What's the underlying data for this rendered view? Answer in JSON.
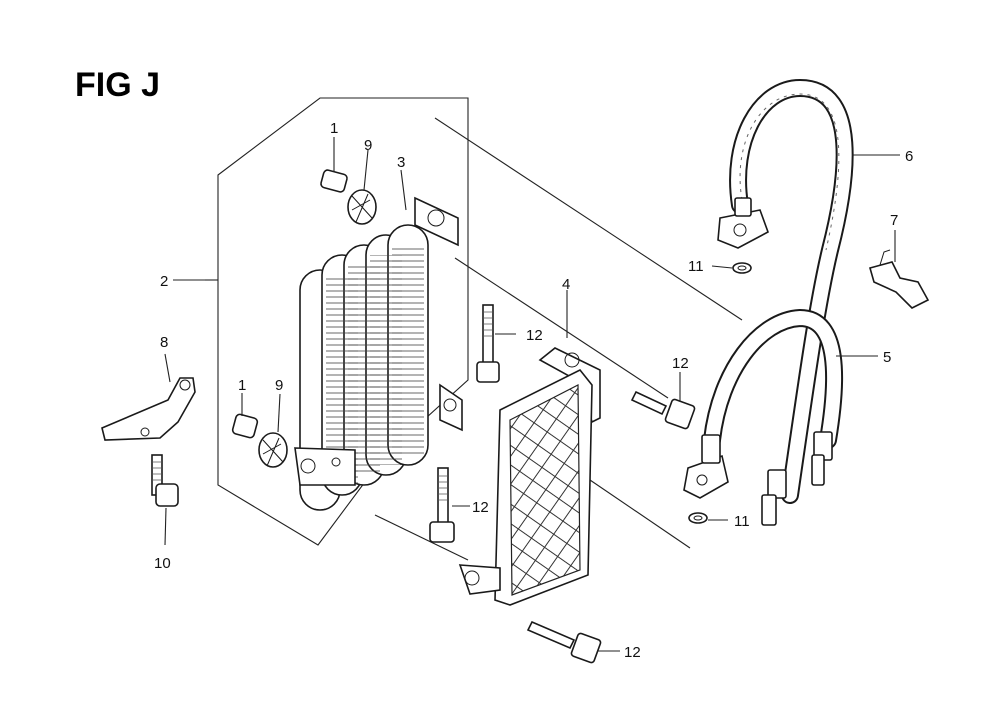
{
  "figure": {
    "title": "FIG J"
  },
  "callouts": {
    "c1a": "1",
    "c1b": "1",
    "c2": "2",
    "c3": "3",
    "c4": "4",
    "c5": "5",
    "c6": "6",
    "c7": "7",
    "c8": "8",
    "c9a": "9",
    "c9b": "9",
    "c10": "10",
    "c11a": "11",
    "c11b": "11",
    "c12a": "12",
    "c12b": "12",
    "c12c": "12",
    "c12d": "12"
  }
}
